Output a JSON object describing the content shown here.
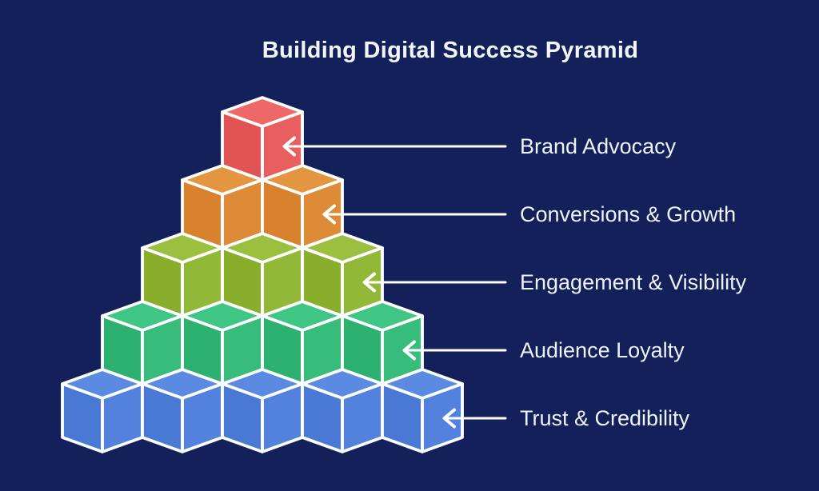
{
  "title": "Building Digital Success Pyramid",
  "background_color": "#13205a",
  "line_color": "#ffffff",
  "text_color": "#eef2f9",
  "chart_data": {
    "type": "pyramid",
    "title": "Building Digital Success Pyramid",
    "orientation": "isometric-cubes",
    "levels": [
      {
        "label": "Brand Advocacy",
        "cubes": 1,
        "colors": {
          "top": "#ef6868",
          "left": "#e25353",
          "right": "#e95e5e"
        }
      },
      {
        "label": "Conversions & Growth",
        "cubes": 2,
        "colors": {
          "top": "#e3953f",
          "left": "#d8822d",
          "right": "#de8b37"
        }
      },
      {
        "label": "Engagement & Visibility",
        "cubes": 3,
        "colors": {
          "top": "#9bc03f",
          "left": "#88ae2c",
          "right": "#92b837"
        }
      },
      {
        "label": "Audience Loyalty",
        "cubes": 4,
        "colors": {
          "top": "#3fc584",
          "left": "#2db170",
          "right": "#37bc7b"
        }
      },
      {
        "label": "Trust & Credibility",
        "cubes": 5,
        "colors": {
          "top": "#5b8ae3",
          "left": "#4879d5",
          "right": "#5282dd"
        }
      }
    ],
    "legend_position": "right",
    "grid": false
  }
}
